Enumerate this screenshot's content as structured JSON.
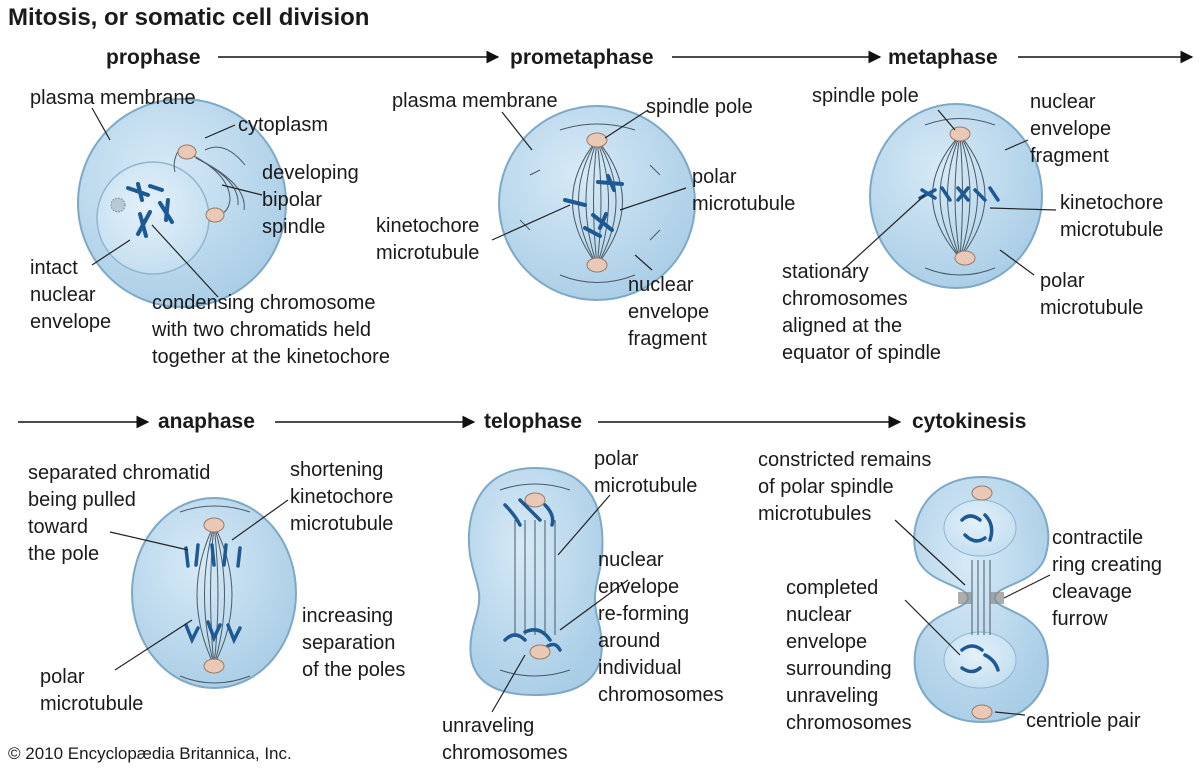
{
  "title": "Mitosis, or somatic cell division",
  "phases": {
    "prophase": "prophase",
    "prometaphase": "prometaphase",
    "metaphase": "metaphase",
    "anaphase": "anaphase",
    "telophase": "telophase",
    "cytokinesis": "cytokinesis"
  },
  "labels": {
    "pro_plasma_membrane": "plasma membrane",
    "pro_cytoplasm": "cytoplasm",
    "pro_bipolar_spindle": "developing\nbipolar\nspindle",
    "pro_nuclear_envelope": "intact\nnuclear\nenvelope",
    "pro_chromosome": "condensing chromosome\nwith two chromatids held\ntogether at the kinetochore",
    "prom_plasma_membrane": "plasma membrane",
    "prom_spindle_pole": "spindle pole",
    "prom_polar_microtubule": "polar\nmicrotubule",
    "prom_kinetochore_microtubule": "kinetochore\nmicrotubule",
    "prom_envelope_fragment": "nuclear\nenvelope\nfragment",
    "meta_spindle_pole": "spindle pole",
    "meta_envelope_fragment": "nuclear\nenvelope\nfragment",
    "meta_kinetochore_microtubule": "kinetochore\nmicrotubule",
    "meta_polar_microtubule": "polar\nmicrotubule",
    "meta_stationary_chromosomes": "stationary\nchromosomes\naligned at the\nequator of spindle",
    "ana_separated_chromatid": "separated chromatid\nbeing pulled\ntoward\nthe pole",
    "ana_shortening_kinetochore": "shortening\nkinetochore\nmicrotubule",
    "ana_increasing_separation": "increasing\nseparation\nof the poles",
    "ana_polar_microtubule": "polar\nmicrotubule",
    "telo_polar_microtubule": "polar\nmicrotubule",
    "telo_nuclear_envelope": "nuclear\nenvelope\nre-forming\naround\nindividual\nchromosomes",
    "telo_unraveling": "unraveling\nchromosomes",
    "cyto_constricted_remains": "constricted remains\nof polar spindle\nmicrotubules",
    "cyto_contractile_ring": "contractile\nring creating\ncleavage\nfurrow",
    "cyto_completed_envelope": "completed\nnuclear\nenvelope\nsurrounding\nunraveling\nchromosomes",
    "cyto_centriole_pair": "centriole pair"
  },
  "copyright": "© 2010 Encyclopædia Britannica, Inc.",
  "colors": {
    "cell_fill": "#b9d8ec",
    "cell_stroke": "#7da9c7",
    "nucleus_fill": "#cfe6f4",
    "chromosome": "#1d5a94",
    "centrosome": "#e9c9b6",
    "microtubule": "#4a5a66",
    "leader": "#222222"
  }
}
